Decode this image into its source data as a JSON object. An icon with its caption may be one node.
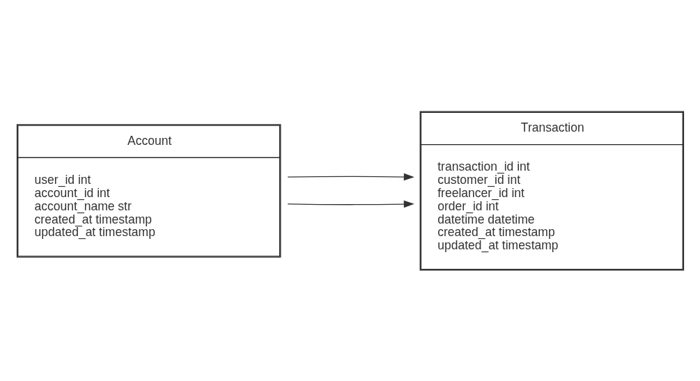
{
  "diagram": {
    "nodes": [
      {
        "text": [
          "Account",
          "user_id int",
          "account_id int",
          "account_name str",
          "created_at timestamp",
          "updated_at timestamp"
        ]
      },
      {
        "text": [
          "Transaction",
          "transaction_id int",
          "customer_id int",
          "freelancer_id int",
          "order_id int",
          "datetime datetime",
          "created_at timestamp",
          "updated_at timestamp"
        ]
      }
    ],
    "edges": [
      {
        "from": 0,
        "to": 1,
        "arrow": "to"
      },
      {
        "from": 0,
        "to": 1,
        "arrow": "to"
      }
    ]
  }
}
